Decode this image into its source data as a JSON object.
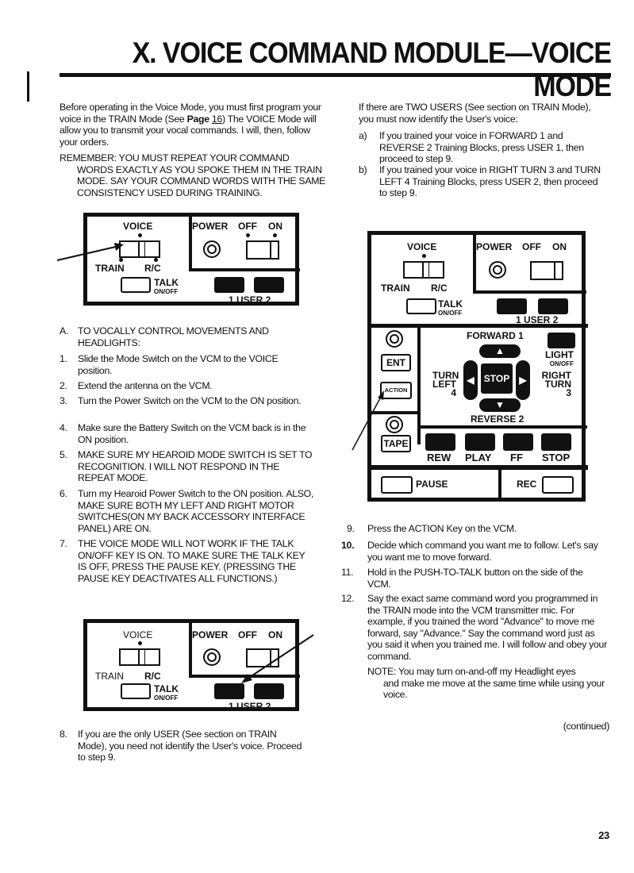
{
  "header": {
    "title": "X. VOICE COMMAND MODULE—VOICE MODE"
  },
  "intro": {
    "p1a": "Before operating in the Voice Mode, you must first program your voice in the TRAIN Mode (See ",
    "page_label": "Page",
    "page_ref": "16",
    "p1b": ") The VOICE Mode will allow you to transmit your vocal commands. I will, then, follow your orders.",
    "remember": "REMEMBER: YOU MUST REPEAT YOUR COMMAND",
    "remember_cont": "WORDS EXACTLY AS YOU SPOKE THEM IN THE TRAIN MODE. SAY YOUR COMMAND WORDS WITH THE SAME CONSISTENCY USED DURING TRAINING."
  },
  "users_intro": {
    "text": "If there are TWO USERS (See section on TRAIN Mode), you must now identify the User's voice:",
    "a_label": "a)",
    "a_text": "If you trained your voice in FORWARD 1 and REVERSE 2 Training Blocks, press USER 1, then proceed to step 9.",
    "b_label": "b)",
    "b_text": "If you trained your voice in RIGHT TURN 3 and TURN LEFT 4 Training Blocks, press USER 2, then proceed to step 9."
  },
  "panel": {
    "voice": "VOICE",
    "train": "TRAIN",
    "rc": "R/C",
    "power": "POWER",
    "off": "OFF",
    "on": "ON",
    "talk": "TALK",
    "talk_sub": "ON/OFF",
    "user": "1 USER 2",
    "forward": "FORWARD 1",
    "reverse": "REVERSE 2",
    "turn_left": "TURN LEFT",
    "turn_left_n": "4",
    "right_turn": "RIGHT TURN",
    "right_turn_n": "3",
    "stop": "STOP",
    "light": "LIGHT",
    "light_sub": "ON/OFF",
    "ent": "ENT",
    "action": "ACTION",
    "tape": "TAPE",
    "rew": "REW",
    "play": "PLAY",
    "ff": "FF",
    "tape_stop": "STOP",
    "pause": "PAUSE",
    "rec": "REC"
  },
  "left_steps": [
    {
      "n": "A.",
      "text": "TO VOCALLY CONTROL MOVEMENTS AND HEADLIGHTS:"
    },
    {
      "n": "1.",
      "text": "Slide the Mode Switch on the VCM to the VOICE position."
    },
    {
      "n": "2.",
      "text": "Extend the antenna on the VCM."
    },
    {
      "n": "3.",
      "text": "Turn the Power Switch on the VCM to the ON position."
    },
    {
      "n": "4.",
      "text": "Make sure the Battery Switch on the VCM back is in the ON position."
    },
    {
      "n": "5.",
      "text": "MAKE SURE MY HEAROID MODE SWITCH IS SET TO RECOGNITION. I WILL NOT RESPOND IN THE REPEAT MODE."
    },
    {
      "n": "6.",
      "text": "Turn my Hearoid Power Switch to the ON position. ALSO, MAKE SURE BOTH MY LEFT AND RIGHT MOTOR SWITCHES(ON MY BACK ACCESSORY INTERFACE PANEL) ARE ON."
    },
    {
      "n": "7.",
      "text": "THE VOICE MODE WILL NOT WORK IF THE TALK ON/OFF KEY IS ON. TO MAKE SURE THE TALK KEY IS OFF, PRESS THE PAUSE KEY. (PRESSING THE PAUSE KEY DEACTIVATES ALL FUNCTIONS.)"
    },
    {
      "n": "8.",
      "text": "If you are the only USER (See section on TRAIN Mode), you need not identify the User's voice. Proceed to step 9."
    }
  ],
  "right_steps": [
    {
      "n": "9.",
      "text": "Press the ACTION Key on the VCM."
    },
    {
      "n": "10.",
      "text": "Decide which command you want me to follow. Let's say you want me to move forward."
    },
    {
      "n": "11.",
      "text": "Hold in the PUSH-TO-TALK button on the side of the VCM."
    },
    {
      "n": "12.",
      "text": "Say the exact same command word you programmed in the TRAIN mode into the VCM transmitter mic. For example, if you trained the word \"Advance\" to move me forward, say \"Advance.\" Say the command word just as you said it when you trained me. I will follow and obey your command."
    }
  ],
  "note": {
    "first": "NOTE: You may turn on-and-off my Headlight eyes",
    "rest": "and make me move at the same time while using your voice."
  },
  "continued": "(continued)",
  "page_number": "23"
}
